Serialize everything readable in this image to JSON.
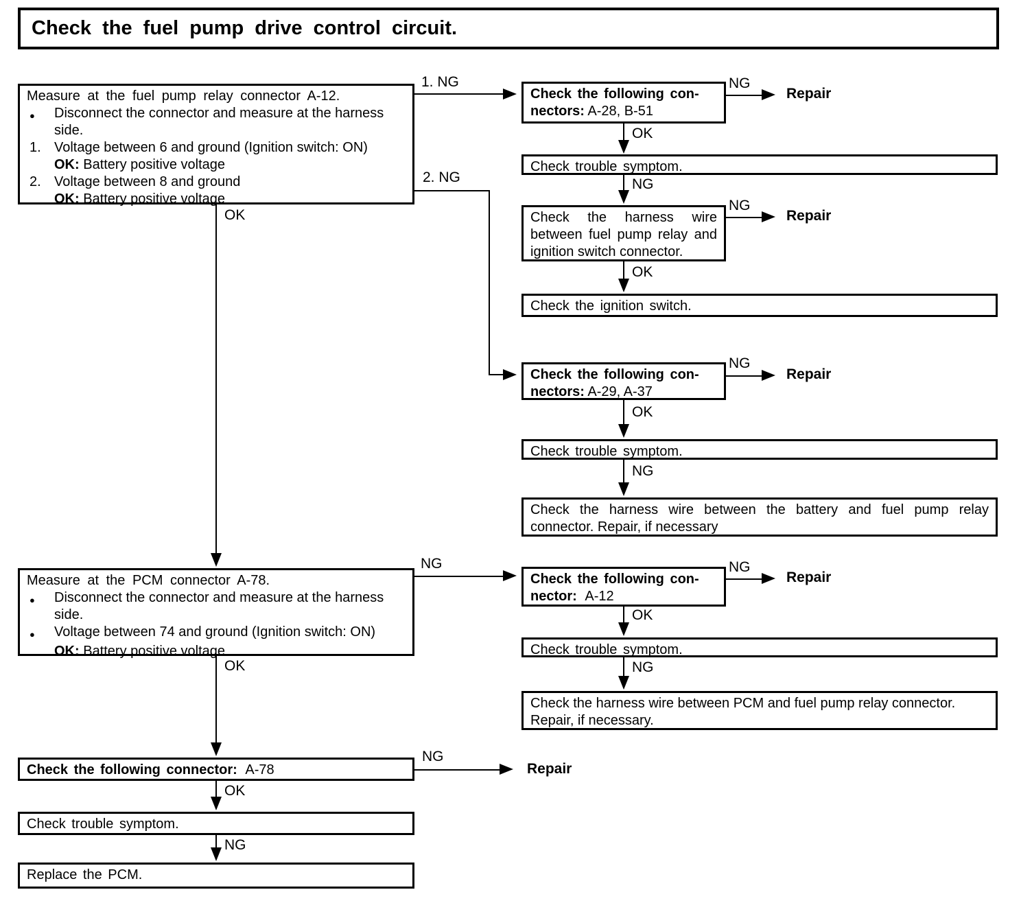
{
  "title": "Check the fuel pump drive control circuit.",
  "labels": {
    "ok": "OK",
    "ng": "NG",
    "ng1": "1. NG",
    "ng2": "2. NG",
    "repair": "Repair",
    "bullet": "●"
  },
  "boxes": {
    "measure_relay": {
      "title": "Measure at the fuel pump relay connector A-12.",
      "bullet1": "Disconnect the connector and measure at the harness side.",
      "num1": "1.",
      "item1": "Voltage between 6 and ground (Ignition switch: ON)",
      "ok_prefix": "OK:",
      "ok1": "Battery positive voltage",
      "num2": "2.",
      "item2": "Voltage between 8 and ground",
      "ok2": "Battery positive voltage"
    },
    "check_connectors_a28": {
      "bold1": "Check the following con-",
      "bold2": "nectors:",
      "value": "A-28, B-51"
    },
    "trouble_symptom_1": "Check trouble symptom.",
    "harness_ignition": "Check the harness wire between fuel pump relay and ignition switch connector.",
    "ignition_switch": "Check the ignition switch.",
    "check_connectors_a29": {
      "bold1": "Check the following con-",
      "bold2": "nectors:",
      "value": "A-29, A-37"
    },
    "trouble_symptom_2": "Check trouble symptom.",
    "harness_battery": "Check the harness wire between the battery and fuel pump relay connector. Repair, if necessary",
    "measure_pcm": {
      "title": "Measure at the PCM connector A-78.",
      "bullet1": "Disconnect the connector and measure at the harness side.",
      "bullet2": "Voltage between 74 and ground (Ignition switch: ON)",
      "ok_prefix": "OK:",
      "ok1": "Battery positive voltage"
    },
    "check_connector_a12": {
      "bold1": "Check the following con-",
      "bold2": "nector:",
      "value": "A-12"
    },
    "trouble_symptom_3": "Check trouble symptom.",
    "harness_pcm": "Check the harness wire between PCM and fuel pump relay connector. Repair, if necessary.",
    "check_connector_a78": {
      "bold": "Check the following connector:",
      "value": "A-78"
    },
    "trouble_symptom_4": "Check trouble symptom.",
    "replace_pcm": "Replace the PCM."
  }
}
